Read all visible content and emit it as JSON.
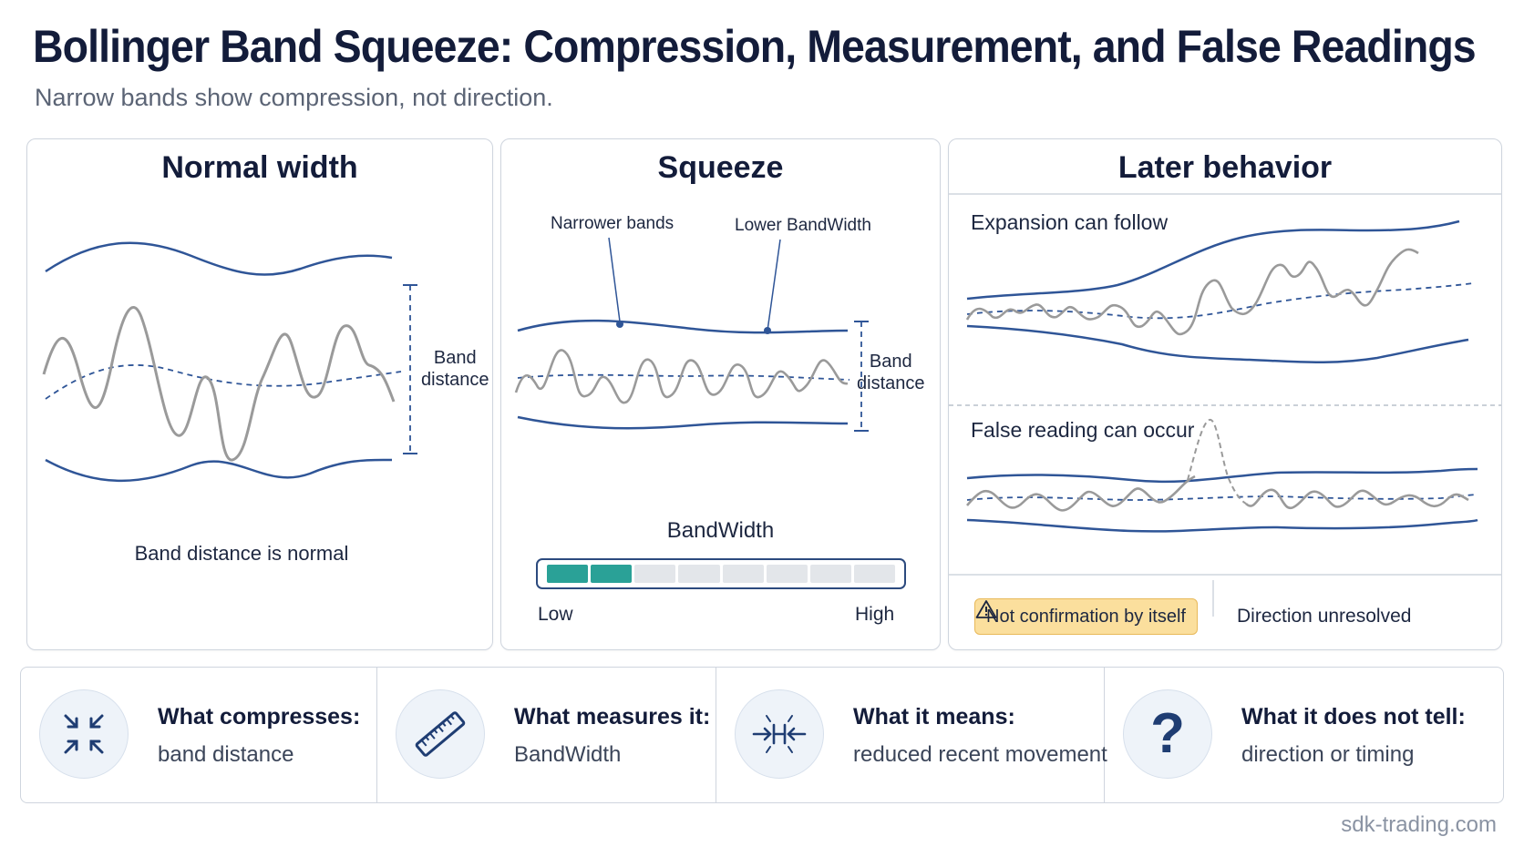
{
  "title": "Bollinger Band Squeeze: Compression, Measurement, and False Readings",
  "subtitle": "Narrow bands show compression, not direction.",
  "panels": {
    "normal": {
      "title": "Normal width",
      "band_label_1": "Band",
      "band_label_2": "distance",
      "caption": "Band distance is normal"
    },
    "squeeze": {
      "title": "Squeeze",
      "callout_left": "Narrower bands",
      "callout_right": "Lower BandWidth",
      "band_label_1": "Band",
      "band_label_2": "distance",
      "meter_title": "BandWidth",
      "meter_low": "Low",
      "meter_high": "High",
      "meter_level": 0.2
    },
    "later": {
      "title": "Later behavior",
      "top_caption": "Expansion can follow",
      "bottom_caption": "False reading can occur",
      "warning": "Not confirmation by itself",
      "status": "Direction unresolved"
    }
  },
  "bottom": [
    {
      "icon": "compress-arrows-icon",
      "head": "What compresses:",
      "body": "band distance"
    },
    {
      "icon": "ruler-icon",
      "head": "What measures it:",
      "body": "BandWidth"
    },
    {
      "icon": "converge-arrows-icon",
      "head": "What it means:",
      "body": "reduced recent movement"
    },
    {
      "icon": "question-mark-icon",
      "head": "What it does not tell:",
      "body": "direction or timing"
    }
  ],
  "footer": "sdk-trading.com",
  "colors": {
    "band": "#2f5597",
    "price": "#9a9a9a",
    "accent": "#2aa197",
    "warning": "#fbdf9d"
  }
}
